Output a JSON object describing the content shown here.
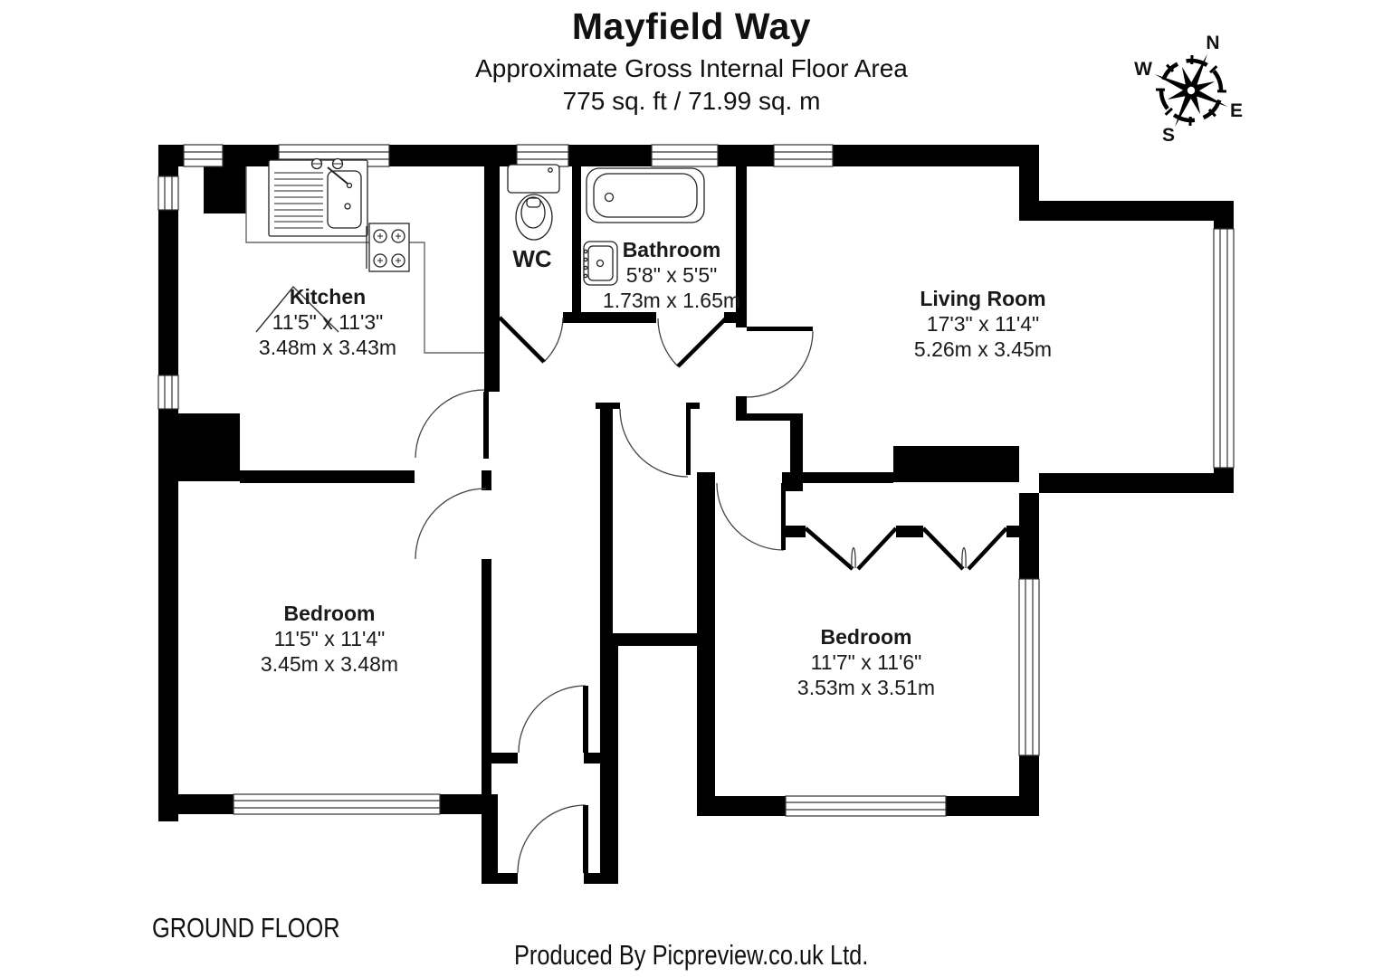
{
  "header": {
    "title": "Mayfield Way",
    "subtitle": "Approximate Gross Internal Floor Area",
    "area": "775 sq. ft / 71.99 sq. m"
  },
  "compass": {
    "n": "N",
    "w": "W",
    "e": "E",
    "s": "S"
  },
  "rooms": [
    {
      "name": "Kitchen",
      "imperial": "11'5\" x 11'3\"",
      "metric": "3.48m x 3.43m"
    },
    {
      "name": "WC"
    },
    {
      "name": "Bathroom",
      "imperial": "5'8\" x 5'5\"",
      "metric": "1.73m x 1.65m"
    },
    {
      "name": "Living Room",
      "imperial": "17'3\" x 11'4\"",
      "metric": "5.26m x 3.45m"
    },
    {
      "name": "Bedroom",
      "imperial": "11'5\" x 11'4\"",
      "metric": "3.45m x 3.48m"
    },
    {
      "name": "Bedroom",
      "imperial": "11'7\" x 11'6\"",
      "metric": "3.53m x 3.51m"
    }
  ],
  "footer": {
    "floor_label": "GROUND FLOOR",
    "credit": "Produced By Picpreview.co.uk Ltd."
  },
  "colors": {
    "wall": "#000000",
    "background": "#ffffff"
  }
}
